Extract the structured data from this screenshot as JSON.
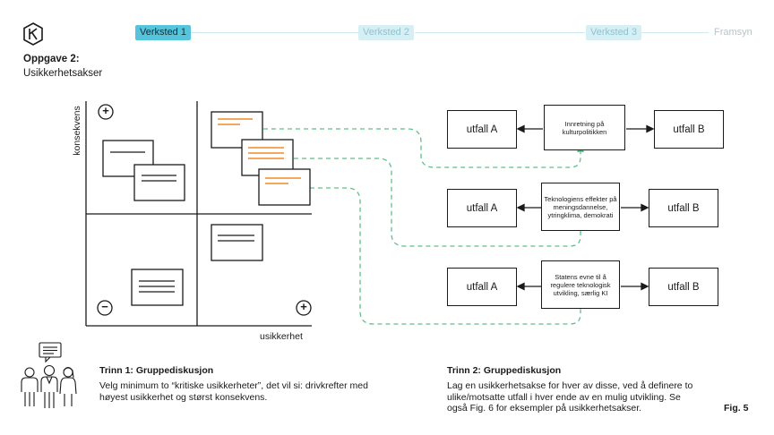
{
  "header": {
    "steps": [
      {
        "label": "Verksted 1",
        "state": "active"
      },
      {
        "label": "Verksted 2",
        "state": "future"
      },
      {
        "label": "Verksted 3",
        "state": "future"
      },
      {
        "label": "Framsyn",
        "state": "plain"
      }
    ]
  },
  "task": {
    "title": "Oppgave 2:",
    "subtitle": "Usikkerhetsakser"
  },
  "matrix": {
    "y_label": "konsekvens",
    "x_label": "usikkerhet",
    "plus_top": "+",
    "plus_right": "+",
    "minus": "−"
  },
  "axes": [
    {
      "left": "utfall A",
      "center": "Innretning på kulturpolitikken",
      "right": "utfall B"
    },
    {
      "left": "utfall A",
      "center": "Teknologiens effekter på meningsdannelse, ytringklima, demokrati",
      "right": "utfall B"
    },
    {
      "left": "utfall A",
      "center": "Statens evne til å regulere teknologisk utvikling, særlig KI",
      "right": "utfall B"
    }
  ],
  "trinn1": {
    "title": "Trinn 1: Gruppediskusjon",
    "text": "Velg minimum to “kritiske usikkerheter”, det vil si: drivkrefter med høyest usikkerhet og størst konsekvens."
  },
  "trinn2": {
    "title": "Trinn 2: Gruppediskusjon",
    "text": "Lag en usikkerhetsakse for hver av disse, ved å definere to ulike/motsatte utfall i hver ende av en mulig utvikling. Se også Fig. 6 for eksempler på usikkerhetsakser."
  },
  "figure_label": "Fig. 5",
  "colors": {
    "accent": "#56c5dc",
    "accent_light": "#d6eff5",
    "highlight_lines": "#f08a24",
    "connector": "#5fbf8a",
    "ink": "#1a1a1a"
  }
}
